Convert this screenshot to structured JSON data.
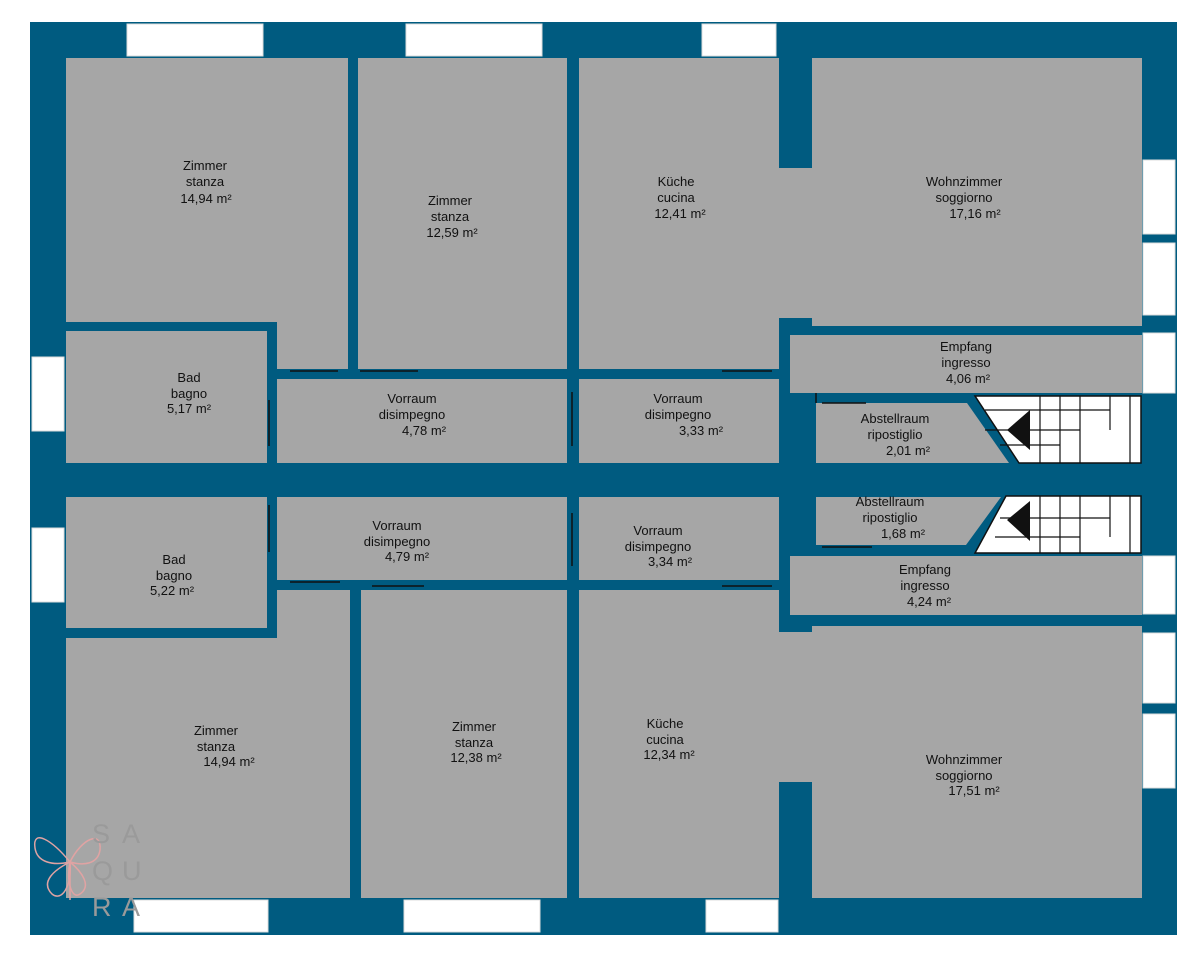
{
  "colors": {
    "wall": "#005b80",
    "floor": "#a6a6a6",
    "window": "#ffffff",
    "stair_arrow": "#111111",
    "logo_text": "#9a9a9a",
    "logo_mark": "#e0a3a3"
  },
  "unit": "m²",
  "rooms": [
    {
      "id": "zimmer-1",
      "de": "Zimmer",
      "it": "stanza",
      "area": "14,94"
    },
    {
      "id": "zimmer-2",
      "de": "Zimmer",
      "it": "stanza",
      "area": "12,59"
    },
    {
      "id": "kueche-1",
      "de": "Küche",
      "it": "cucina",
      "area": "12,41"
    },
    {
      "id": "wohnzimmer-1",
      "de": "Wohnzimmer",
      "it": "soggiorno",
      "area": "17,16"
    },
    {
      "id": "bad-1",
      "de": "Bad",
      "it": "bagno",
      "area": "5,17"
    },
    {
      "id": "vorraum-1",
      "de": "Vorraum",
      "it": "disimpegno",
      "area": "4,78"
    },
    {
      "id": "vorraum-2",
      "de": "Vorraum",
      "it": "disimpegno",
      "area": "3,33"
    },
    {
      "id": "empfang-1",
      "de": "Empfang",
      "it": "ingresso",
      "area": "4,06"
    },
    {
      "id": "abstell-1",
      "de": "Abstellraum",
      "it": "ripostiglio",
      "area": "2,01"
    },
    {
      "id": "bad-2",
      "de": "Bad",
      "it": "bagno",
      "area": "5,22"
    },
    {
      "id": "vorraum-3",
      "de": "Vorraum",
      "it": "disimpegno",
      "area": "4,79"
    },
    {
      "id": "vorraum-4",
      "de": "Vorraum",
      "it": "disimpegno",
      "area": "3,34"
    },
    {
      "id": "abstell-2",
      "de": "Abstellraum",
      "it": "ripostiglio",
      "area": "1,68"
    },
    {
      "id": "empfang-2",
      "de": "Empfang",
      "it": "ingresso",
      "area": "4,24"
    },
    {
      "id": "zimmer-3",
      "de": "Zimmer",
      "it": "stanza",
      "area": "14,94"
    },
    {
      "id": "zimmer-4",
      "de": "Zimmer",
      "it": "stanza",
      "area": "12,38"
    },
    {
      "id": "kueche-2",
      "de": "Küche",
      "it": "cucina",
      "area": "12,34"
    },
    {
      "id": "wohnzimmer-2",
      "de": "Wohnzimmer",
      "it": "soggiorno",
      "area": "17,51"
    }
  ],
  "logo": {
    "letters": [
      "S",
      "A",
      "Q",
      "U",
      "R",
      "A"
    ]
  }
}
